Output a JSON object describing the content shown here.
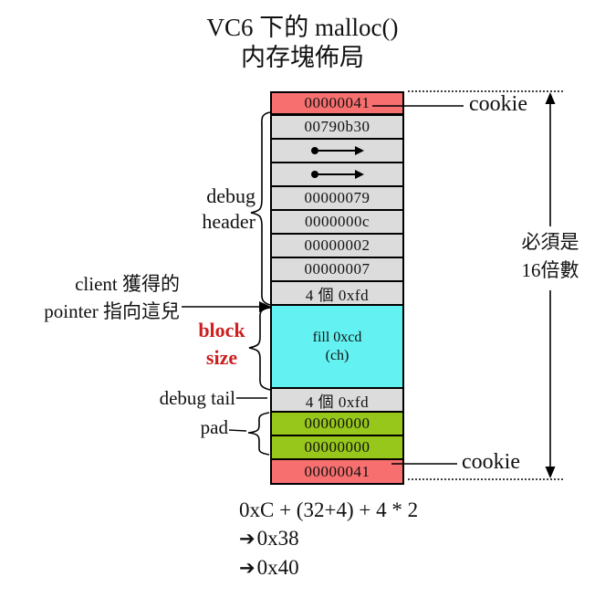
{
  "title": {
    "line1": "VC6 下的 malloc()",
    "line2": "内存塊佈局"
  },
  "block": {
    "cells": [
      {
        "kind": "cookie",
        "text": "00000041"
      },
      {
        "kind": "header",
        "text": "00790b30"
      },
      {
        "kind": "pointer",
        "icon": "dot-right-arrow"
      },
      {
        "kind": "pointer",
        "icon": "dot-right-arrow"
      },
      {
        "kind": "header",
        "text": "00000079"
      },
      {
        "kind": "header",
        "text": "0000000c"
      },
      {
        "kind": "header",
        "text": "00000002"
      },
      {
        "kind": "header",
        "text": "00000007"
      },
      {
        "kind": "header",
        "text": "4 個 0xfd"
      },
      {
        "kind": "data",
        "text_line1": "fill  0xcd",
        "text_line2": "(ch)"
      },
      {
        "kind": "tail",
        "text": "4 個 0xfd"
      },
      {
        "kind": "pad",
        "text": "00000000"
      },
      {
        "kind": "pad",
        "text": "00000000"
      },
      {
        "kind": "cookie",
        "text": "00000041"
      }
    ]
  },
  "labels": {
    "debug_header_line1": "debug",
    "debug_header_line2": "header",
    "client_pointer_line1": "client 獲得的",
    "client_pointer_line2": "pointer 指向這兒",
    "block_size_line1": "block",
    "block_size_line2": "size",
    "debug_tail": "debug tail",
    "pad": "pad",
    "cookie_top": "cookie",
    "cookie_bottom": "cookie",
    "constraint_line1": "必須是",
    "constraint_line2": "16倍數"
  },
  "formula": {
    "line1": "0xC + (32+4) + 4 * 2",
    "arrow": "➔",
    "result1": "0x38",
    "result2": "0x40"
  },
  "colors": {
    "cookie": "#f76f6f",
    "header": "#dcdcdc",
    "data_fill": "#63f1f1",
    "pad": "#97c71b",
    "block_size_label": "#cc2020"
  }
}
